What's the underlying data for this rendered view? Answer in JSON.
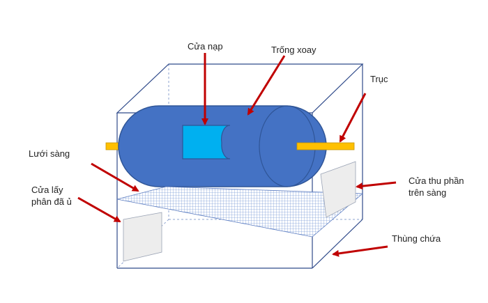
{
  "labels": {
    "cua_nap": "Cửa nạp",
    "trong_xoay": "Trống xoay",
    "truc": "Trục",
    "luoi_sang": "Lưới sàng",
    "cua_lay_1": "Cửa lấy",
    "cua_lay_2": "phân đã ủ",
    "cua_thu_1": "Cửa thu phần",
    "cua_thu_2": "trên sàng",
    "thung_chua": "Thùng chứa"
  },
  "colors": {
    "drum": "#4472c4",
    "drum_edge": "#2f5597",
    "inlet": "#00b0f0",
    "shaft": "#ffc000",
    "arrow": "#c00000",
    "box": "#2f4a8a",
    "mesh": "#7f9fd8",
    "door": "#ededed"
  }
}
